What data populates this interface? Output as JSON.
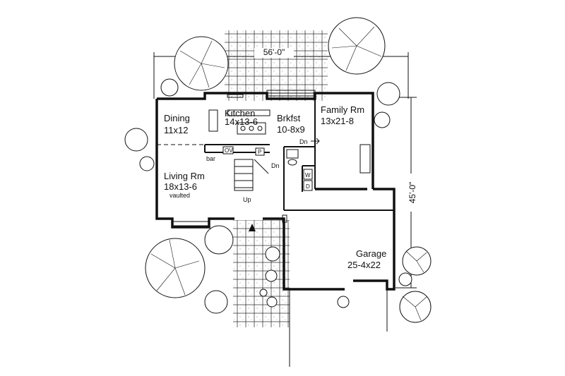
{
  "plan": {
    "dimensions": {
      "width": "56'-0\"",
      "depth": "45'-0\""
    },
    "rooms": [
      {
        "key": "kitchen",
        "name": "Kitchen",
        "size": "14x13-6",
        "note": ""
      },
      {
        "key": "dining",
        "name": "Dining",
        "size": "11x12",
        "note": ""
      },
      {
        "key": "brkfst",
        "name": "Brkfst",
        "size": "10-8x9",
        "note": ""
      },
      {
        "key": "family",
        "name": "Family Rm",
        "size": "13x21-8",
        "note": ""
      },
      {
        "key": "living",
        "name": "Living Rm",
        "size": "18x13-6",
        "note": "vaulted"
      },
      {
        "key": "garage",
        "name": "Garage",
        "size": "25-4x22",
        "note": ""
      }
    ],
    "labels": {
      "bar": "bar",
      "dn_family": "Dn",
      "dn_stair": "Dn",
      "up": "Up",
      "ov": "OV",
      "p": "P",
      "w": "W",
      "d": "D"
    },
    "colors": {
      "line": "#111111",
      "paper": "#ffffff"
    }
  }
}
